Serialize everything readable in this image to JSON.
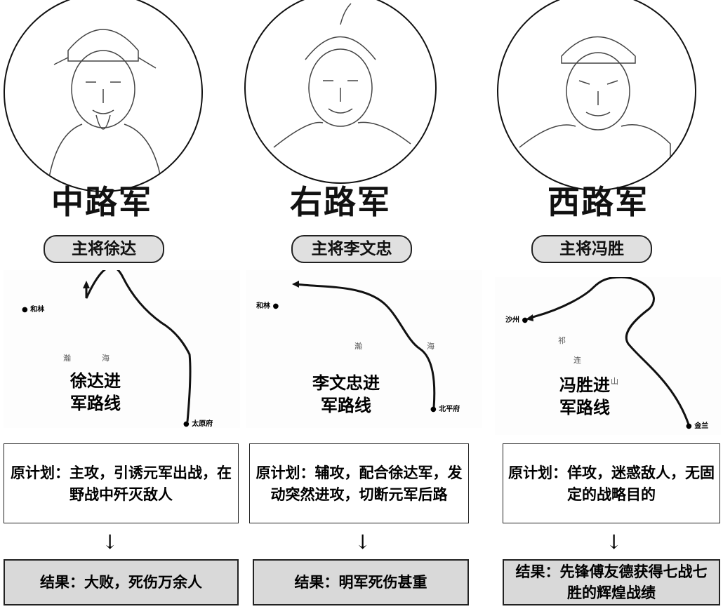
{
  "columns": [
    {
      "title": "中路军",
      "commander": "主将徐达",
      "map": {
        "route_label_1": "徐达进",
        "route_label_2": "军路线",
        "places": [
          "和林",
          "太原府"
        ],
        "geo": [
          "瀚",
          "海"
        ]
      },
      "plan": "原计划：主攻，引诱元军出战，在野战中歼灭敌人",
      "result": "结果：大败，死伤万余人"
    },
    {
      "title": "右路军",
      "commander": "主将李文忠",
      "map": {
        "route_label_1": "李文忠进",
        "route_label_2": "军路线",
        "places": [
          "和林",
          "北平府"
        ],
        "geo": [
          "瀚",
          "海"
        ]
      },
      "plan": "原计划：辅攻，配合徐达军，发动突然进攻，切断元军后路",
      "result": "结果：明军死伤甚重"
    },
    {
      "title": "西路军",
      "commander": "主将冯胜",
      "map": {
        "route_label_1": "冯胜进",
        "route_label_2": "军路线",
        "places": [
          "沙州",
          "金兰"
        ],
        "geo": [
          "祁",
          "连",
          "山"
        ]
      },
      "plan": "原计划：佯攻，迷惑敌人，无固定的战略目的",
      "result": "结果：先锋傅友德获得七战七胜的辉煌战绩"
    }
  ]
}
